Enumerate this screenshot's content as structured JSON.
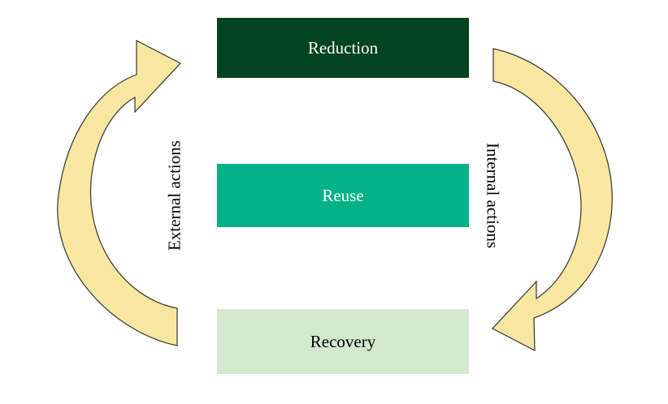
{
  "boxes": {
    "reduction": "Reduction",
    "reuse": "Reuse",
    "recovery": "Recovery"
  },
  "labels": {
    "external": "External actions",
    "internal": "Internal actions"
  },
  "colors": {
    "reduction_fill": "#03431f",
    "reuse_fill": "#03b287",
    "recovery_fill": "#d4e9cd",
    "arrow_fill": "#f8e7a0",
    "arrow_stroke": "#333333"
  }
}
